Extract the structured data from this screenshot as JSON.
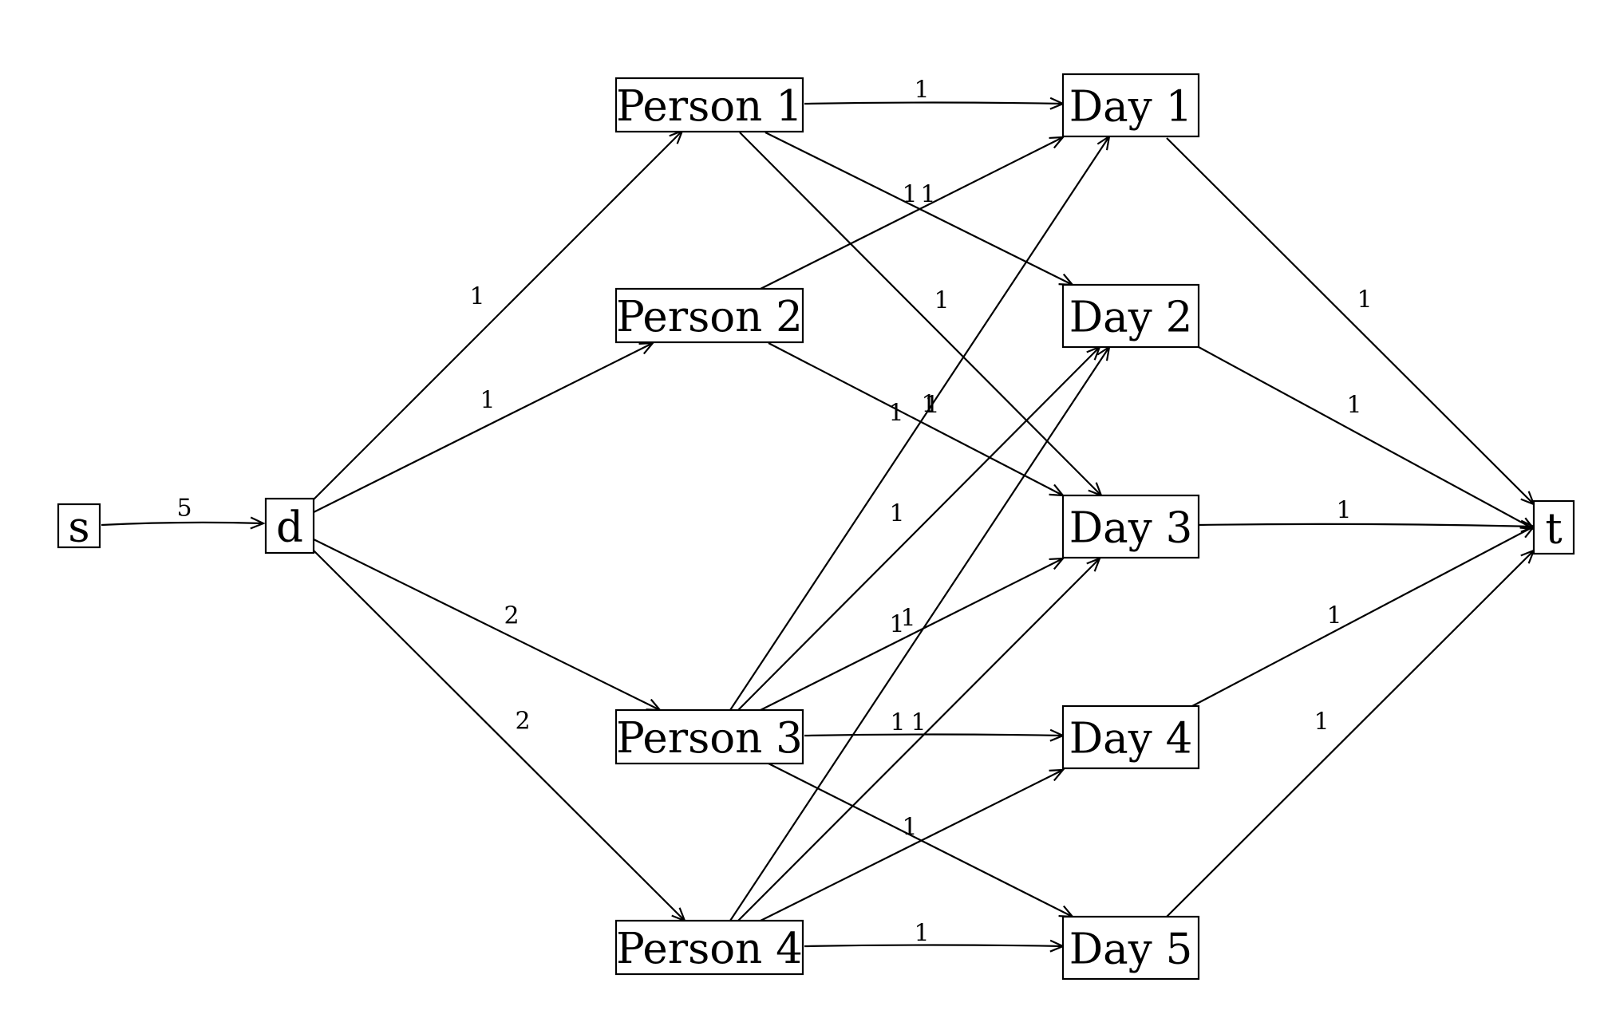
{
  "diagram": {
    "nodes": [
      {
        "id": "s",
        "label": "s"
      },
      {
        "id": "d",
        "label": "d"
      },
      {
        "id": "p1",
        "label": "Person 1"
      },
      {
        "id": "p2",
        "label": "Person 2"
      },
      {
        "id": "p3",
        "label": "Person 3"
      },
      {
        "id": "p4",
        "label": "Person 4"
      },
      {
        "id": "d1",
        "label": "Day 1"
      },
      {
        "id": "d2",
        "label": "Day 2"
      },
      {
        "id": "d3",
        "label": "Day 3"
      },
      {
        "id": "d4",
        "label": "Day 4"
      },
      {
        "id": "d5",
        "label": "Day 5"
      },
      {
        "id": "t",
        "label": "t"
      }
    ],
    "edges": [
      {
        "from": "s",
        "to": "d",
        "capacity": "5"
      },
      {
        "from": "d",
        "to": "p1",
        "capacity": "1"
      },
      {
        "from": "d",
        "to": "p2",
        "capacity": "1"
      },
      {
        "from": "d",
        "to": "p3",
        "capacity": "2"
      },
      {
        "from": "d",
        "to": "p4",
        "capacity": "2"
      },
      {
        "from": "p1",
        "to": "d1",
        "capacity": "1"
      },
      {
        "from": "p1",
        "to": "d2",
        "capacity": "1"
      },
      {
        "from": "p1",
        "to": "d3",
        "capacity": "1"
      },
      {
        "from": "p2",
        "to": "d1",
        "capacity": "1"
      },
      {
        "from": "p2",
        "to": "d3",
        "capacity": "1"
      },
      {
        "from": "p3",
        "to": "d1",
        "capacity": "1"
      },
      {
        "from": "p3",
        "to": "d2",
        "capacity": "1"
      },
      {
        "from": "p3",
        "to": "d3",
        "capacity": "1"
      },
      {
        "from": "p3",
        "to": "d4",
        "capacity": "1"
      },
      {
        "from": "p3",
        "to": "d5",
        "capacity": "1"
      },
      {
        "from": "p4",
        "to": "d2",
        "capacity": "1"
      },
      {
        "from": "p4",
        "to": "d3",
        "capacity": "1"
      },
      {
        "from": "p4",
        "to": "d4",
        "capacity": "1"
      },
      {
        "from": "p4",
        "to": "d5",
        "capacity": "1"
      },
      {
        "from": "d1",
        "to": "t",
        "capacity": "1"
      },
      {
        "from": "d2",
        "to": "t",
        "capacity": "1"
      },
      {
        "from": "d3",
        "to": "t",
        "capacity": "1"
      },
      {
        "from": "d4",
        "to": "t",
        "capacity": "1"
      },
      {
        "from": "d5",
        "to": "t",
        "capacity": "1"
      }
    ]
  }
}
